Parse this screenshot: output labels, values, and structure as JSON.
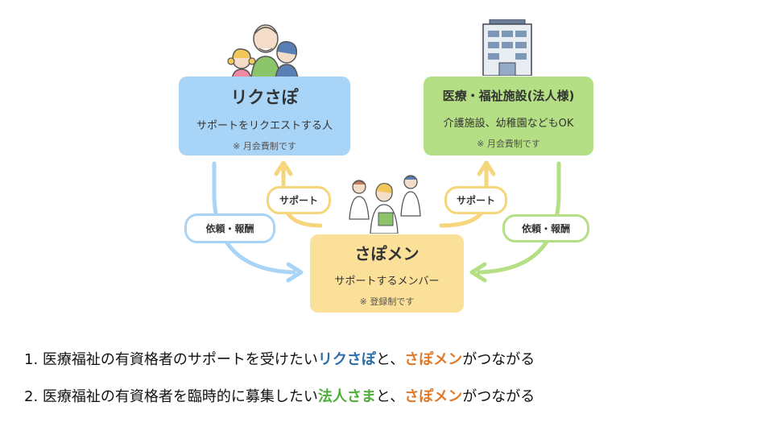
{
  "nodes": {
    "rikusapo": {
      "title": "リクさぽ",
      "subtitle": "サポートをリクエストする人",
      "note": "※ 月会費制です"
    },
    "facility": {
      "title": "医療・福祉施設(法人様)",
      "subtitle": "介護施設、幼稚園などもOK",
      "note": "※ 月会費制です"
    },
    "sapomen": {
      "title": "さぽメン",
      "subtitle": "サポートするメンバー",
      "note": "※ 登録制です"
    }
  },
  "edges": {
    "request_left": "依頼・報酬",
    "support_left": "サポート",
    "support_right": "サポート",
    "request_right": "依頼・報酬"
  },
  "statements": [
    {
      "num": "1.",
      "pre": "医療福祉の有資格者のサポートを受けたい",
      "hl1": "リクさぽ",
      "mid": "と、",
      "hl2": "さぽメン",
      "post": "がつながる"
    },
    {
      "num": "2.",
      "pre": "医療福祉の有資格者を臨時的に募集したい",
      "hl1": "法人さま",
      "mid": "と、",
      "hl2": "さぽメン",
      "post": "がつながる"
    }
  ],
  "colors": {
    "blue": "#a8d4f7",
    "green": "#b4df84",
    "yellow": "#fbe09a",
    "text_blue": "#2e6ea8",
    "text_orange": "#e07a2b",
    "text_green": "#4fae3a"
  },
  "illustrations": [
    "family-illustration",
    "building-illustration",
    "medical-staff-illustration"
  ]
}
